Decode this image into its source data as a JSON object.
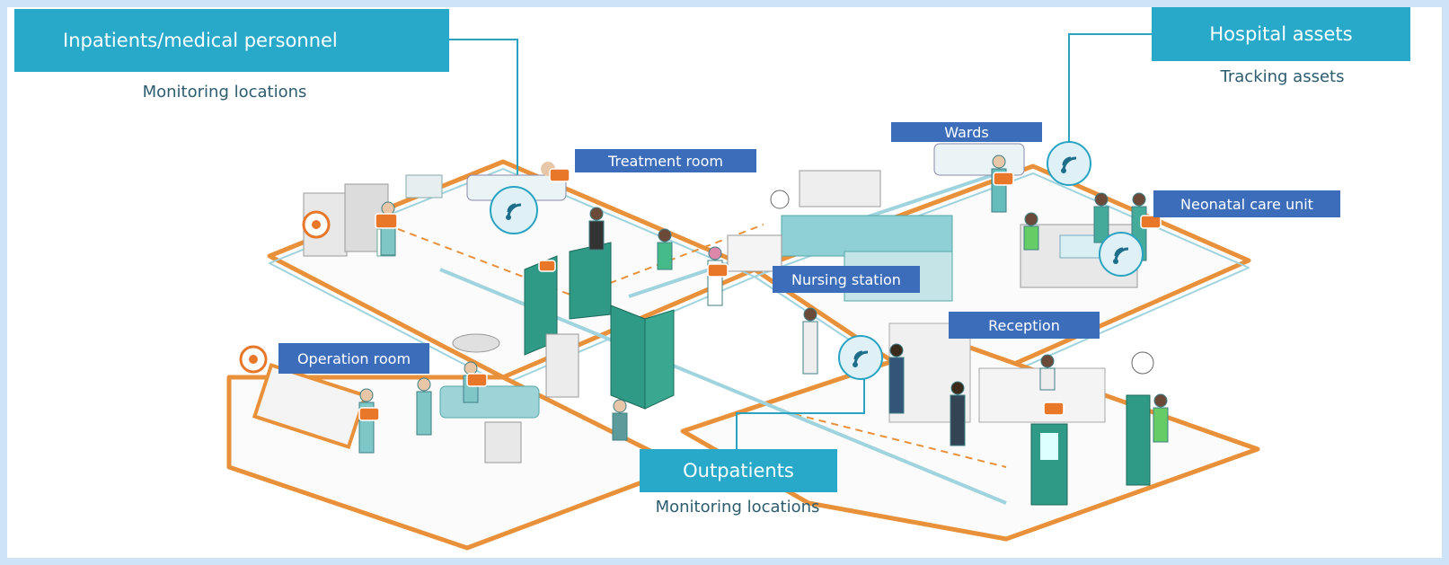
{
  "headers": {
    "inpatients": {
      "title": "Inpatients/medical personnel",
      "subtitle": "Monitoring locations"
    },
    "assets": {
      "title": "Hospital assets",
      "subtitle": "Tracking assets"
    },
    "outpatients": {
      "title": "Outpatients",
      "subtitle": "Monitoring locations"
    }
  },
  "rooms": {
    "treatment": "Treatment room",
    "wards": "Wards",
    "neonatal": "Neonatal care unit",
    "nursing": "Nursing station",
    "reception": "Reception",
    "operation": "Operation room"
  },
  "colors": {
    "header_bg": "#29a9c9",
    "room_label_bg": "#3c6dbb",
    "wall_orange": "#e8913a",
    "wall_teal": "#9fd3dd",
    "door_green": "#2f9a86",
    "wifi_bubble": "#dff1f7",
    "tag_orange": "#e9772a"
  },
  "icons": [
    "wifi-signal-icon",
    "location-tag-icon",
    "clock-icon"
  ]
}
